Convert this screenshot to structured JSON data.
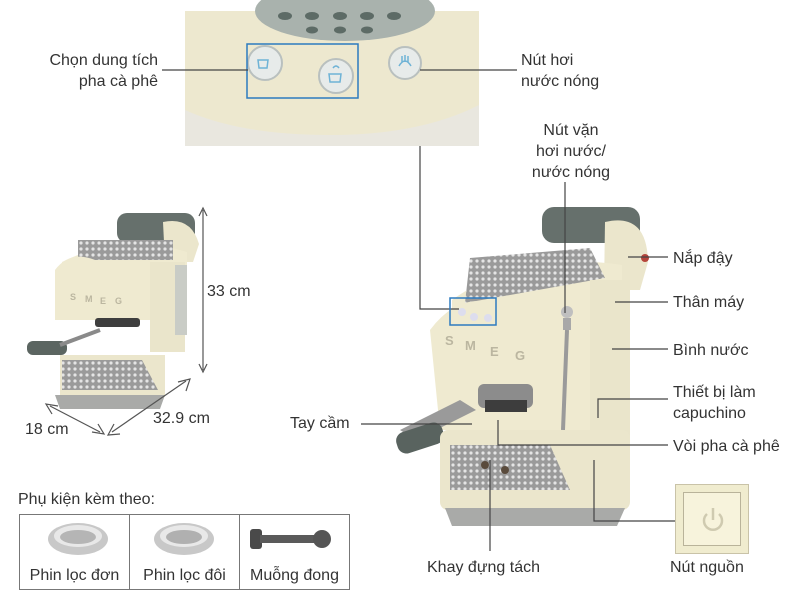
{
  "labels": {
    "volume_select": "Chọn dung tích\npha cà phê",
    "steam_button": "Nút hơi\nnước nóng",
    "steam_knob": "Nút vặn\nhơi nước/\nnước nóng",
    "lid": "Nắp đậy",
    "body": "Thân máy",
    "water_tank": "Bình nước",
    "cappuccino": "Thiết bị làm\ncapuchino",
    "spout": "Vòi pha cà phê",
    "handle": "Tay cầm",
    "drip_tray": "Khay đựng tách",
    "power": "Nút nguồn"
  },
  "dimensions": {
    "height": "33 cm",
    "width": "18 cm",
    "depth": "32.9 cm"
  },
  "accessories": {
    "title": "Phụ kiện kèm theo:",
    "items": [
      "Phin lọc đơn",
      "Phin lọc đôi",
      "Muỗng đong"
    ]
  },
  "colors": {
    "cream": "#f0ecd2",
    "line": "#333333"
  }
}
